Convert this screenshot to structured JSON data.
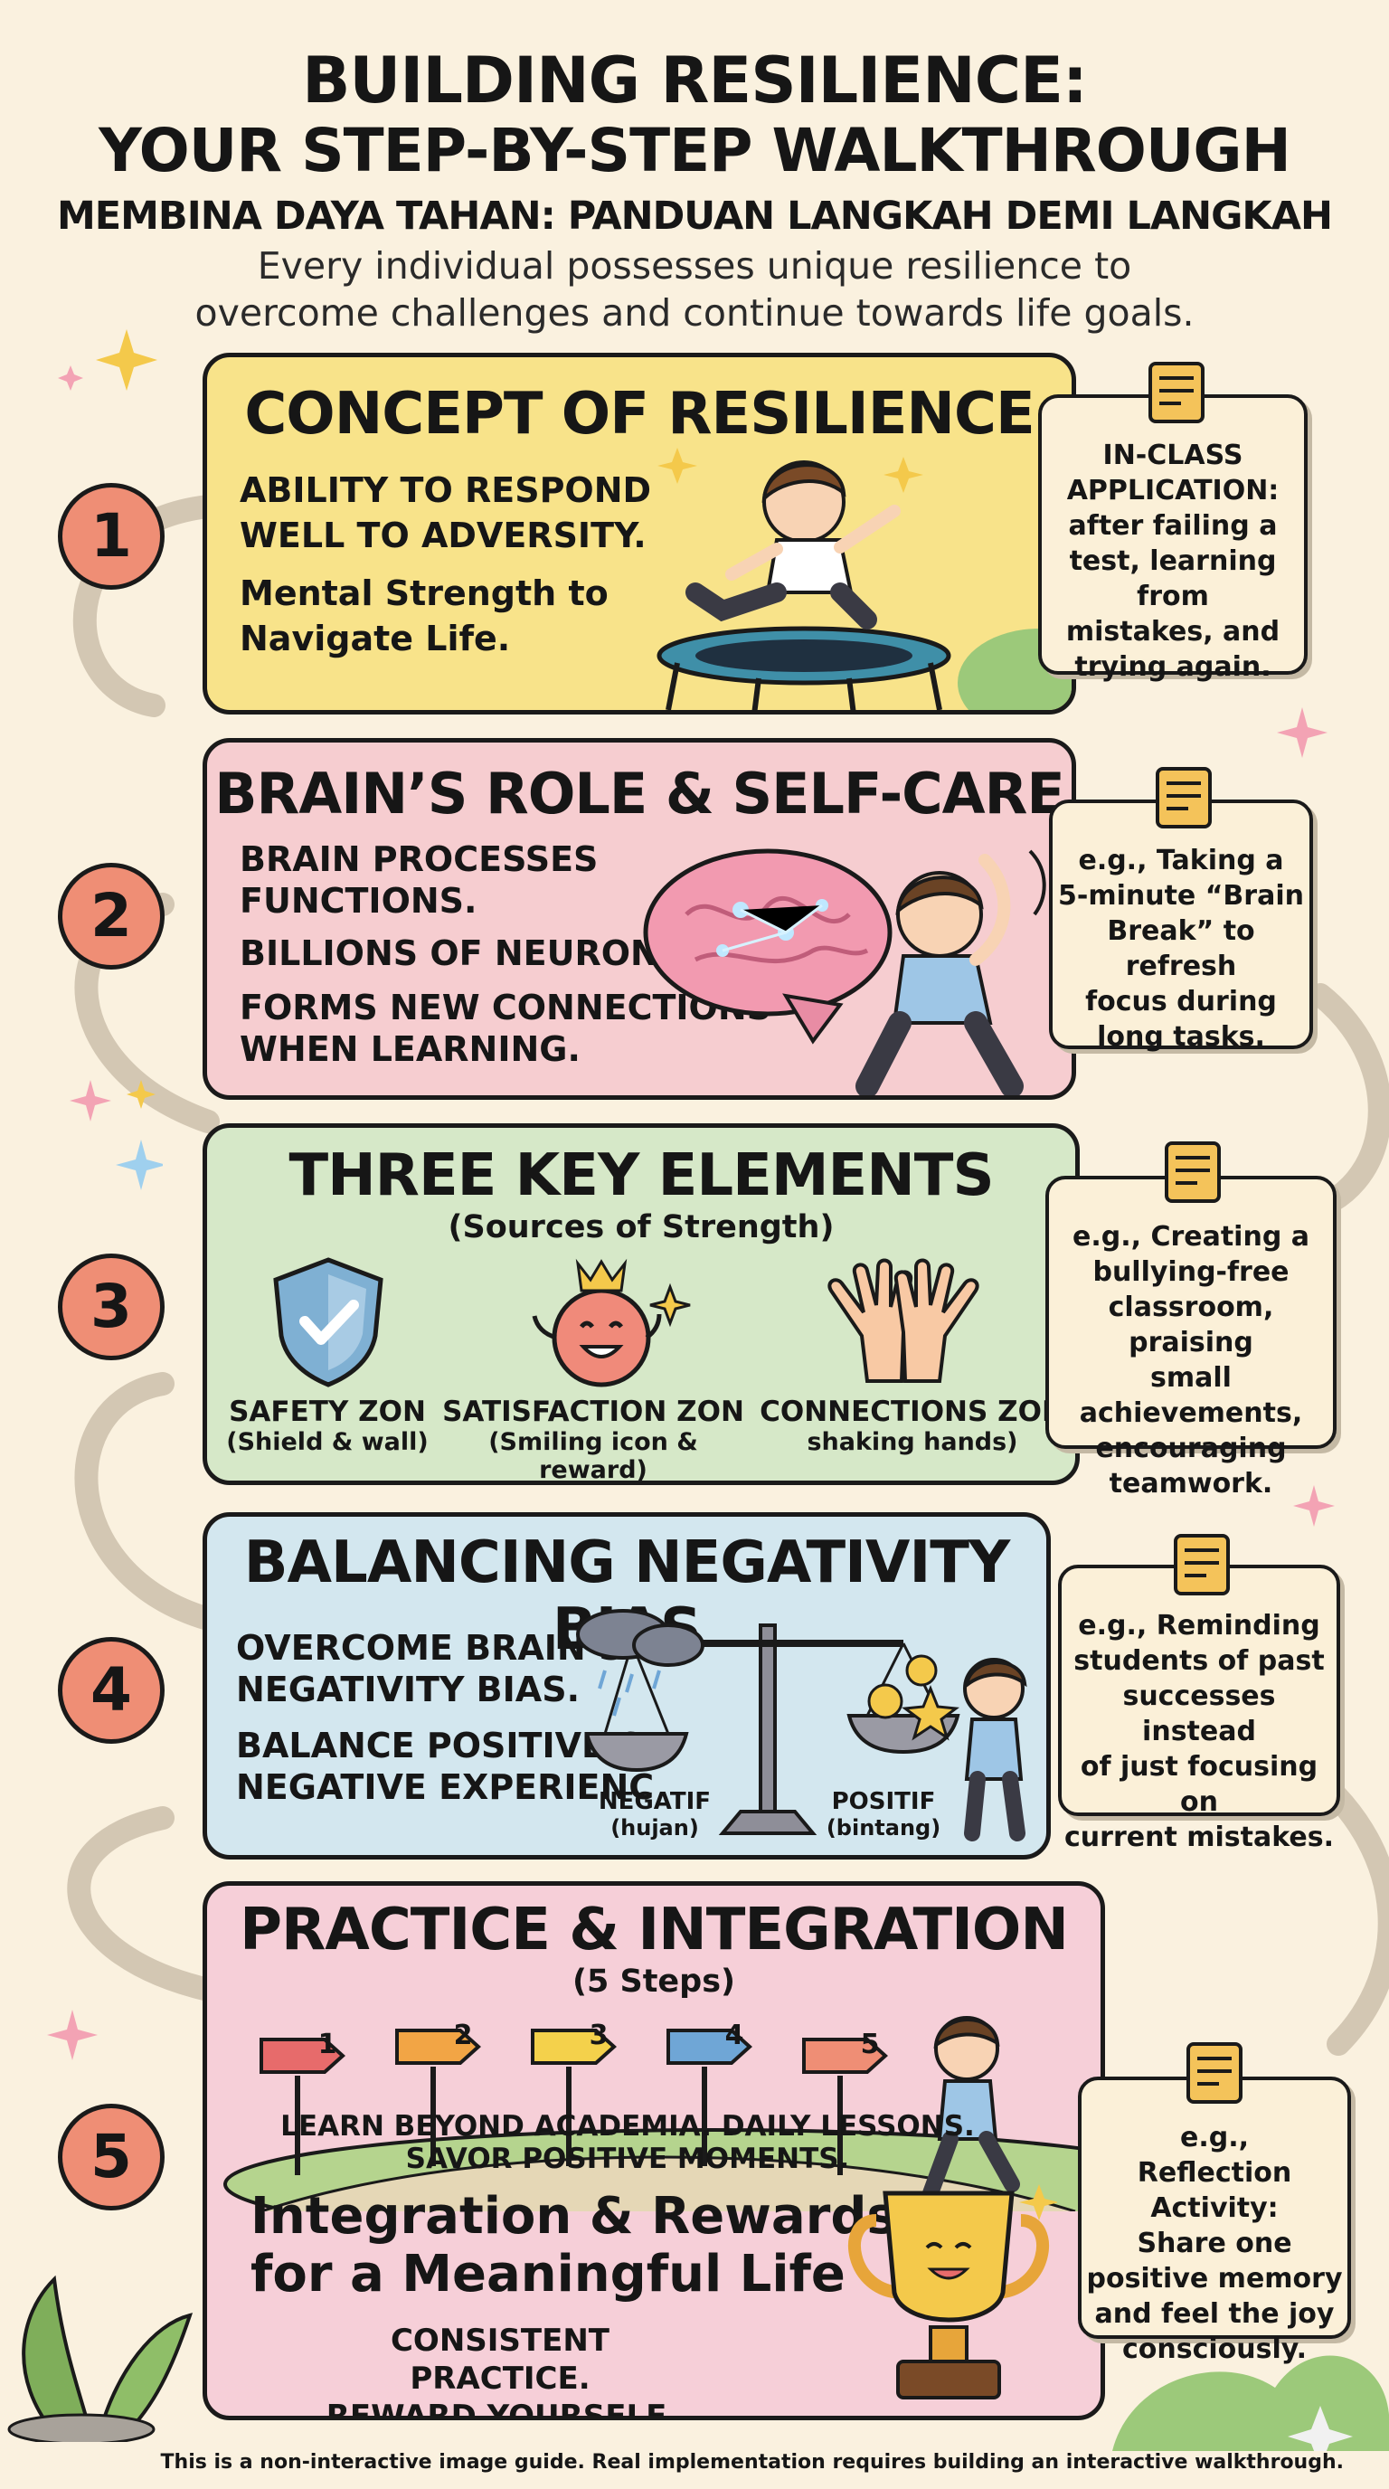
{
  "header": {
    "title_line1": "BUILDING RESILIENCE:",
    "title_line2": "YOUR STEP-BY-STEP WALKTHROUGH",
    "title_ms": "MEMBINA DAYA TAHAN: PANDUAN LANGKAH DEMI LANGKAH",
    "subtitle": "Every individual possesses unique resilience to overcome challenges and continue towards life goals."
  },
  "colors": {
    "background": "#faf1df",
    "step1": "#f8e38a",
    "step2": "#f6cdd0",
    "step3": "#d6e8c8",
    "step4": "#d3e7ef",
    "step5": "#f6cfd8",
    "number_badge": "#ef8e75",
    "path": "#d3c7b3"
  },
  "steps": [
    {
      "number": "1",
      "title": "CONCEPT OF RESILIENCE",
      "lines": [
        "ABILITY TO RESPOND",
        "WELL TO ADVERSITY.",
        "Mental Strength to",
        "Navigate Life."
      ],
      "illustration": "child-on-trampoline",
      "note": [
        "IN-CLASS",
        "APPLICATION:",
        "after failing a",
        "test, learning from",
        "mistakes, and",
        "trying again."
      ]
    },
    {
      "number": "2",
      "title": "BRAIN’S ROLE & SELF-CARE",
      "lines": [
        "BRAIN PROCESSES",
        "FUNCTIONS.",
        "BILLIONS OF NEURONS.",
        "FORMS NEW CONNECTIONS",
        "WHEN LEARNING."
      ],
      "illustration": "brain-and-stretching-child",
      "note": [
        "e.g., Taking a",
        "5-minute “Brain",
        "Break” to refresh",
        "focus during",
        "long tasks."
      ]
    },
    {
      "number": "3",
      "title": "THREE KEY ELEMENTS",
      "subtitle": "(Sources of Strength)",
      "zones": [
        {
          "title": "SAFETY ZON",
          "desc": "(Shield & wall)",
          "icon": "shield-check-icon"
        },
        {
          "title": "SATISFACTION ZON",
          "desc": "(Smiling icon & reward)",
          "icon": "smiling-face-icon"
        },
        {
          "title": "CONNECTIONS ZON",
          "desc": "shaking hands)",
          "icon": "hands-icon"
        }
      ],
      "note": [
        "e.g., Creating a",
        "bullying-free",
        "classroom, praising",
        "small achievements,",
        "encouraging",
        "teamwork."
      ]
    },
    {
      "number": "4",
      "title": "BALANCING NEGATIVITY BIAS",
      "lines": [
        "OVERCOME BRAIN’S",
        "NEGATIVITY BIAS.",
        "BALANCE POSITIVE &",
        "NEGATIVE EXPERIENC"
      ],
      "scale": {
        "neg_label": "NEGATIF",
        "neg_desc": "(hujan)",
        "pos_label": "POSITIF",
        "pos_desc": "(bintang)"
      },
      "note": [
        "e.g., Reminding",
        "students of past",
        "successes instead",
        "of just focusing on",
        "current mistakes."
      ]
    },
    {
      "number": "5",
      "title": "PRACTICE & INTEGRATION",
      "subtitle": "(5 Steps)",
      "signposts": [
        "1",
        "2",
        "3",
        "4",
        "5"
      ],
      "path_line1": "LEARN BEYOND ACADEMIA. DAILY LESSONS.",
      "path_line2": "SAVOR POSITIVE MOMENTS.",
      "big_line1": "Integration & Rewards",
      "big_line2": "for a Meaningful Life",
      "small_line1": "CONSISTENT PRACTICE.",
      "small_line2": "REWARD YOURSELF.",
      "note": [
        "e.g.,",
        "Reflection Activity:",
        "Share one",
        "positive memory",
        "and feel the joy",
        "consciously."
      ]
    }
  ],
  "footer": "This is a non-interactive image guide. Real implementation requires building an interactive walkthrough."
}
